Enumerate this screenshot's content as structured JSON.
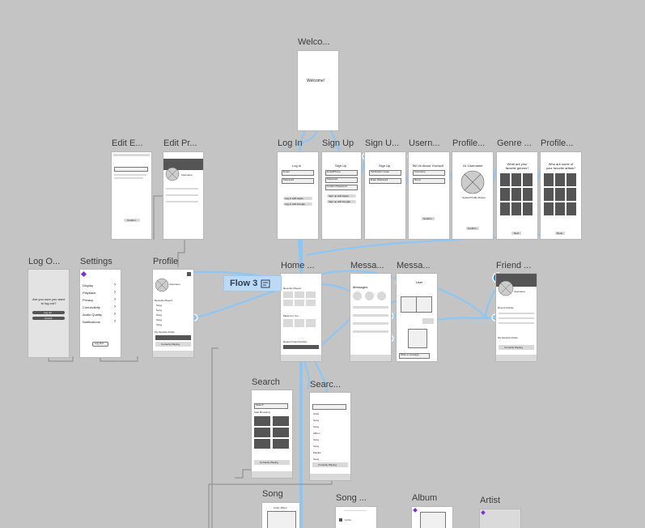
{
  "canvas": {
    "badge_label": "Flow 3",
    "accent": "#8dc6f5"
  },
  "frames": {
    "welcome": {
      "label": "Welco...",
      "text": "Welcome!"
    },
    "log_in": {
      "label": "Log In",
      "title": "Log In",
      "fields": [
        "Email",
        "Password"
      ],
      "buttons": [
        "Log in with Apple",
        "Log in with Google"
      ]
    },
    "sign_up": {
      "label": "Sign Up",
      "title": "Sign Up",
      "fields": [
        "Email/Phone",
        "Password",
        "Confirm Password"
      ],
      "buttons": [
        "Sign up with Apple",
        "Sign up with Google"
      ]
    },
    "sign_up_2": {
      "label": "Sign U...",
      "title": "Sign Up",
      "fields": [
        "Verification Code",
        "Enter Password"
      ]
    },
    "username": {
      "label": "Usern...",
      "title": "Tell Us About Yourself",
      "fields": [
        "Username",
        "Name"
      ],
      "button": "Confirm"
    },
    "profile_setup": {
      "label": "Profile...",
      "title": "Hi, Username",
      "caption": "Upload Profile Picture",
      "button": "Confirm"
    },
    "genre": {
      "label": "Genre ...",
      "title": "What are your favorite genres?",
      "button": "Next"
    },
    "artists": {
      "label": "Profile...",
      "title": "Who are some of your favorite artists?",
      "button": "Done"
    },
    "edit_email": {
      "label": "Edit E...",
      "button": "Confirm"
    },
    "edit_profile": {
      "label": "Edit Pr...",
      "name": "Username"
    },
    "log_out": {
      "label": "Log O...",
      "question": "Are you sure you want to log out?",
      "buttons": [
        "Log out",
        "Cancel"
      ]
    },
    "settings": {
      "label": "Settings",
      "items": [
        "Display",
        "Playback",
        "Privacy",
        "Connectivity",
        "Audio Quality",
        "Notifications"
      ],
      "button": "Log Out"
    },
    "profile": {
      "label": "Profile",
      "name": "Username",
      "section1": "Recently Played",
      "section2": "My Favorite Artists",
      "songs": [
        "Song",
        "Song",
        "Song",
        "Song",
        "Song"
      ],
      "now_playing": "Currently Playing"
    },
    "home": {
      "label": "Home ...",
      "section1": "Recently Played",
      "section2": "Made For You",
      "section3": "Recent Friend Activity"
    },
    "messages": {
      "label": "Messa...",
      "title": "Messages"
    },
    "chat": {
      "label": "Messa...",
      "user": "User",
      "placeholder": "Write a message..."
    },
    "friend": {
      "label": "Friend ...",
      "name": "Username",
      "section1": "Recent Activity",
      "section2": "My Favorite Artists",
      "now_playing": "Currently Playing"
    },
    "search": {
      "label": "Search",
      "placeholder": "Search",
      "section": "Start Browsing",
      "now_playing": "Currently Playing"
    },
    "search_results": {
      "label": "Searc...",
      "now_playing": "Currently Playing",
      "rows": [
        "Artist",
        "Song",
        "Song",
        "Album",
        "Song",
        "Song",
        "Playlist",
        "Song"
      ]
    },
    "song": {
      "label": "Song",
      "title": "Artist, Album"
    },
    "song_more": {
      "label": "Song ...",
      "item": "Lyrics"
    },
    "album": {
      "label": "Album"
    },
    "artist": {
      "label": "Artist"
    }
  }
}
